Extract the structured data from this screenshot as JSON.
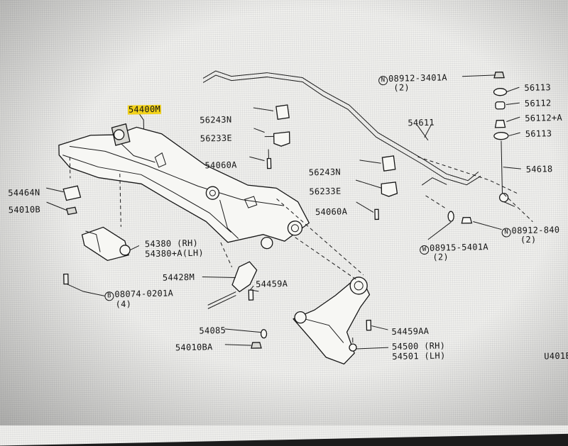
{
  "diagram": {
    "labels": {
      "l_54400M": "54400M",
      "l_56243N_a": "56243N",
      "l_56233E_a": "56233E",
      "l_54060A_a": "54060A",
      "l_56243N_b": "56243N",
      "l_56233E_b": "56233E",
      "l_54060A_b": "54060A",
      "l_54464N": "54464N",
      "l_54010B": "54010B",
      "l_54380": "54380 (RH)",
      "l_54380A": "54380+A(LH)",
      "l_08074": "08074-0201A",
      "l_08074_qty": "(4)",
      "l_54428M": "54428M",
      "l_54459A": "54459A",
      "l_54085": "54085",
      "l_54010BA": "54010BA",
      "l_54459AA": "54459AA",
      "l_54500": "54500 (RH)",
      "l_54501": "54501 (LH)",
      "l_54611": "54611",
      "l_08912_top": "08912-3401A",
      "l_08912_top_qty": "(2)",
      "l_56113_a": "56113",
      "l_56112": "56112",
      "l_56112A": "56112+A",
      "l_56113_b": "56113",
      "l_54618": "54618",
      "l_08912_bot": "08912-840",
      "l_08912_bot_qty": "(2)",
      "l_08915": "08915-5401A",
      "l_08915_qty": "(2)",
      "l_U401": "U401E"
    },
    "symbols": {
      "N": "N",
      "B": "B",
      "W": "W"
    },
    "highlight_color": "#f2d21a"
  }
}
